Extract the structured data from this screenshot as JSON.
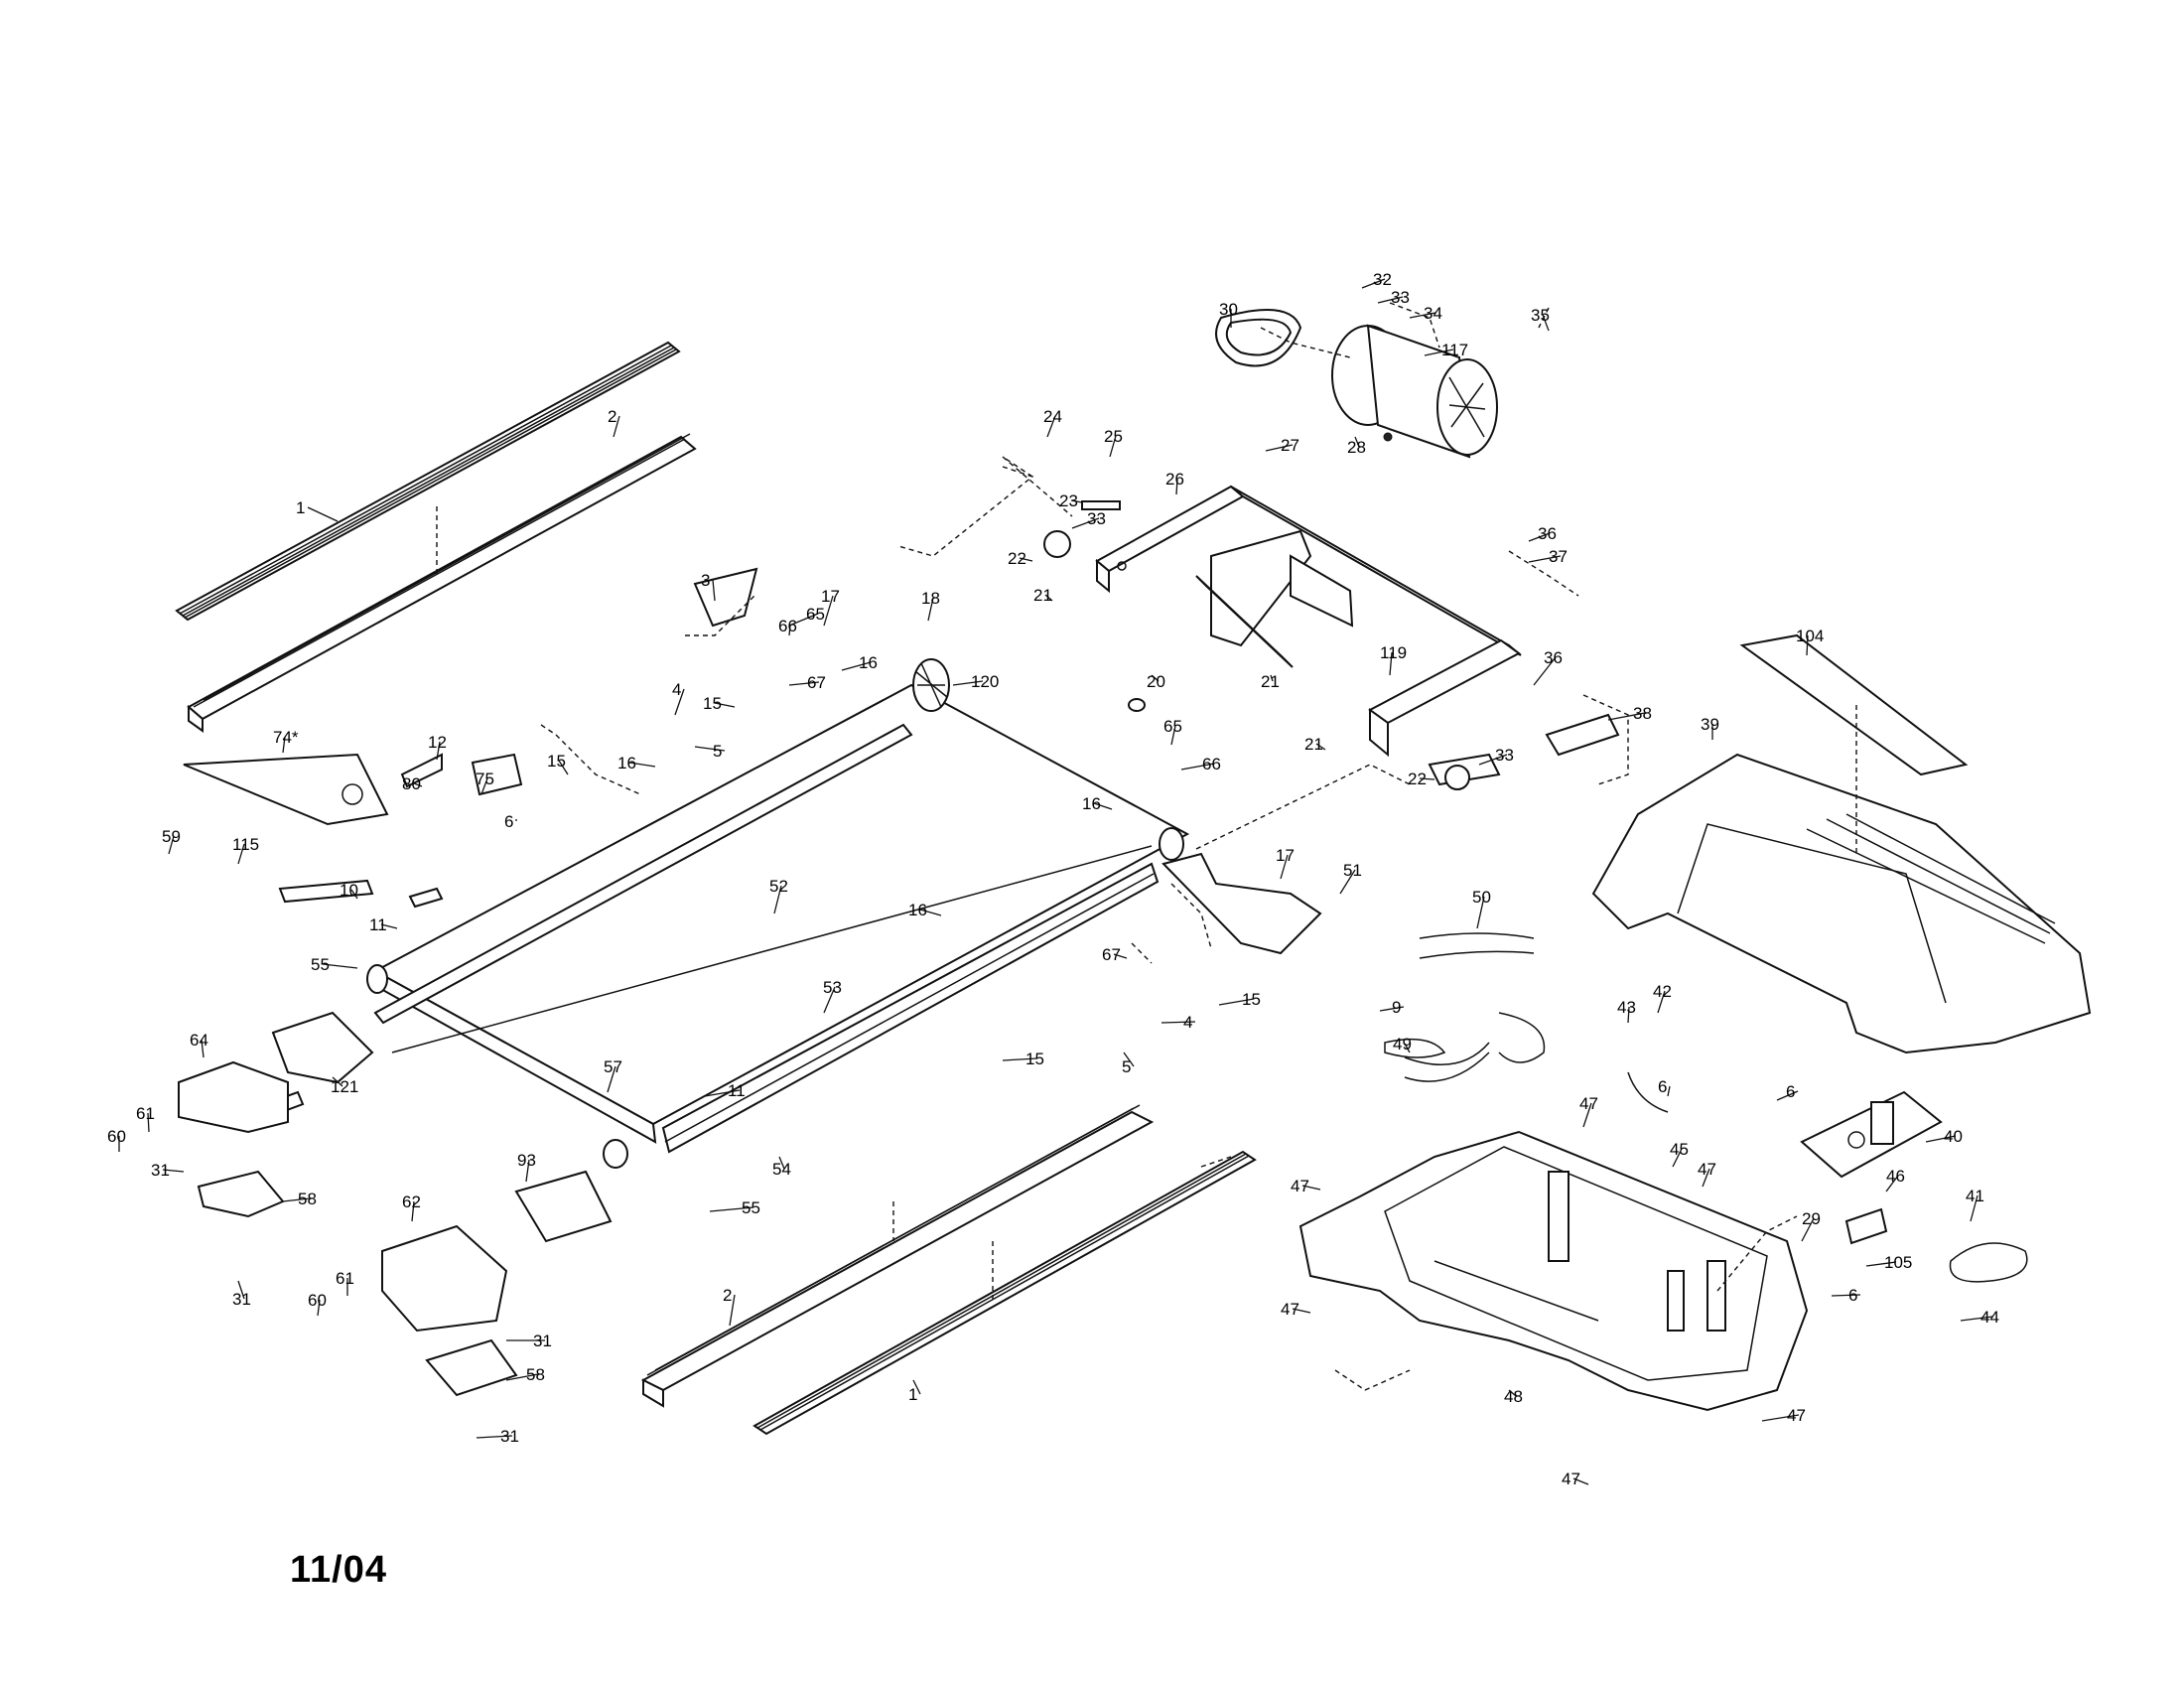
{
  "date_code": "11/04",
  "labels": [
    {
      "name": "rail-1-top",
      "text": "1"
    },
    {
      "name": "rail-2-top",
      "text": "2"
    },
    {
      "name": "rail-1-bottom",
      "text": "1"
    },
    {
      "name": "rail-2-bottom",
      "text": "2"
    },
    {
      "name": "part-3",
      "text": "3"
    },
    {
      "name": "part-4a",
      "text": "4"
    },
    {
      "name": "part-4b",
      "text": "4"
    },
    {
      "name": "part-5a",
      "text": "5"
    },
    {
      "name": "part-5b",
      "text": "5"
    },
    {
      "name": "part-6a",
      "text": "6"
    },
    {
      "name": "part-6b",
      "text": "6"
    },
    {
      "name": "part-6c",
      "text": "6"
    },
    {
      "name": "part-6d",
      "text": "6"
    },
    {
      "name": "part-9",
      "text": "9"
    },
    {
      "name": "part-10",
      "text": "10"
    },
    {
      "name": "part-11a",
      "text": "11"
    },
    {
      "name": "part-11b",
      "text": "11"
    },
    {
      "name": "part-12",
      "text": "12"
    },
    {
      "name": "part-15a",
      "text": "15"
    },
    {
      "name": "part-15b",
      "text": "15"
    },
    {
      "name": "part-15c",
      "text": "15"
    },
    {
      "name": "part-15d",
      "text": "15"
    },
    {
      "name": "part-16a",
      "text": "16"
    },
    {
      "name": "part-16b",
      "text": "16"
    },
    {
      "name": "part-16c",
      "text": "16"
    },
    {
      "name": "part-16d",
      "text": "16"
    },
    {
      "name": "part-17a",
      "text": "17"
    },
    {
      "name": "part-17b",
      "text": "17"
    },
    {
      "name": "part-18",
      "text": "18"
    },
    {
      "name": "part-20",
      "text": "20"
    },
    {
      "name": "part-21a",
      "text": "21"
    },
    {
      "name": "part-21b",
      "text": "21"
    },
    {
      "name": "part-21c",
      "text": "21"
    },
    {
      "name": "part-22a",
      "text": "22"
    },
    {
      "name": "part-22b",
      "text": "22"
    },
    {
      "name": "part-23",
      "text": "23"
    },
    {
      "name": "part-24",
      "text": "24"
    },
    {
      "name": "part-25",
      "text": "25"
    },
    {
      "name": "part-26",
      "text": "26"
    },
    {
      "name": "part-27",
      "text": "27"
    },
    {
      "name": "part-28",
      "text": "28"
    },
    {
      "name": "part-29",
      "text": "29"
    },
    {
      "name": "part-30",
      "text": "30"
    },
    {
      "name": "part-31a",
      "text": "31"
    },
    {
      "name": "part-31b",
      "text": "31"
    },
    {
      "name": "part-31c",
      "text": "31"
    },
    {
      "name": "part-31d",
      "text": "31"
    },
    {
      "name": "part-32",
      "text": "32"
    },
    {
      "name": "part-33a",
      "text": "33"
    },
    {
      "name": "part-33b",
      "text": "33"
    },
    {
      "name": "part-33c",
      "text": "33"
    },
    {
      "name": "part-34",
      "text": "34"
    },
    {
      "name": "part-35",
      "text": "35"
    },
    {
      "name": "part-36a",
      "text": "36"
    },
    {
      "name": "part-36b",
      "text": "36"
    },
    {
      "name": "part-37",
      "text": "37"
    },
    {
      "name": "part-38",
      "text": "38"
    },
    {
      "name": "part-39",
      "text": "39"
    },
    {
      "name": "part-40",
      "text": "40"
    },
    {
      "name": "part-41",
      "text": "41"
    },
    {
      "name": "part-42",
      "text": "42"
    },
    {
      "name": "part-43",
      "text": "43"
    },
    {
      "name": "part-44",
      "text": "44"
    },
    {
      "name": "part-45",
      "text": "45"
    },
    {
      "name": "part-46",
      "text": "46"
    },
    {
      "name": "part-47a",
      "text": "47"
    },
    {
      "name": "part-47b",
      "text": "47"
    },
    {
      "name": "part-47c",
      "text": "47"
    },
    {
      "name": "part-47d",
      "text": "47"
    },
    {
      "name": "part-47e",
      "text": "47"
    },
    {
      "name": "part-47f",
      "text": "47"
    },
    {
      "name": "part-48",
      "text": "48"
    },
    {
      "name": "part-49",
      "text": "49"
    },
    {
      "name": "part-50",
      "text": "50"
    },
    {
      "name": "part-51",
      "text": "51"
    },
    {
      "name": "part-52",
      "text": "52"
    },
    {
      "name": "part-53",
      "text": "53"
    },
    {
      "name": "part-54",
      "text": "54"
    },
    {
      "name": "part-55a",
      "text": "55"
    },
    {
      "name": "part-55b",
      "text": "55"
    },
    {
      "name": "part-57",
      "text": "57"
    },
    {
      "name": "part-58a",
      "text": "58"
    },
    {
      "name": "part-58b",
      "text": "58"
    },
    {
      "name": "part-59",
      "text": "59"
    },
    {
      "name": "part-60a",
      "text": "60"
    },
    {
      "name": "part-60b",
      "text": "60"
    },
    {
      "name": "part-61a",
      "text": "61"
    },
    {
      "name": "part-61b",
      "text": "61"
    },
    {
      "name": "part-62",
      "text": "62"
    },
    {
      "name": "part-64",
      "text": "64"
    },
    {
      "name": "part-65a",
      "text": "65"
    },
    {
      "name": "part-65b",
      "text": "65"
    },
    {
      "name": "part-66a",
      "text": "66"
    },
    {
      "name": "part-66b",
      "text": "66"
    },
    {
      "name": "part-67a",
      "text": "67"
    },
    {
      "name": "part-67b",
      "text": "67"
    },
    {
      "name": "part-74",
      "text": "74*"
    },
    {
      "name": "part-75",
      "text": "75"
    },
    {
      "name": "part-80",
      "text": "80"
    },
    {
      "name": "part-93",
      "text": "93"
    },
    {
      "name": "part-104",
      "text": "104"
    },
    {
      "name": "part-105",
      "text": "105"
    },
    {
      "name": "part-115",
      "text": "115"
    },
    {
      "name": "part-117",
      "text": "117"
    },
    {
      "name": "part-119",
      "text": "119"
    },
    {
      "name": "part-120",
      "text": "120"
    },
    {
      "name": "part-121",
      "text": "121"
    }
  ]
}
